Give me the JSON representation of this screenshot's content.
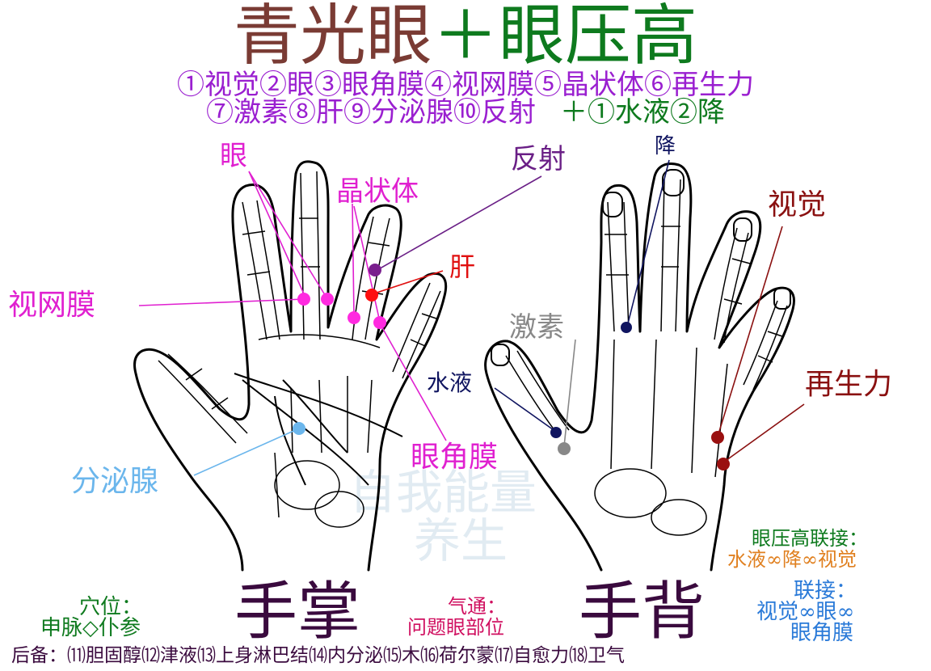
{
  "title": {
    "part1": "青光眼",
    "part2": "＋眼压高"
  },
  "subtitle": {
    "line1": "①视觉②眼③眼角膜④视网膜⑤晶状体⑥再生力",
    "line2a": "⑦激素⑧肝⑨分泌腺⑩反射",
    "line2b": "＋①水液②降"
  },
  "palm_labels": {
    "eye": "眼",
    "lens": "晶状体",
    "reflex": "反射",
    "liver": "肝",
    "retina": "视网膜",
    "cornea": "眼角膜",
    "gland": "分泌腺"
  },
  "back_labels": {
    "descend": "降",
    "vision": "视觉",
    "hormone": "激素",
    "fluid": "水液",
    "regen": "再生力"
  },
  "watermark": {
    "line1": "自我能量",
    "line2": "养生"
  },
  "captions": {
    "palm": "手掌",
    "back": "手背"
  },
  "pressure_link": {
    "title": "眼压高联接：",
    "body": "水液∞降∞视觉"
  },
  "link": {
    "title": "联接：",
    "line1": "视觉∞眼∞",
    "line2": "眼角膜"
  },
  "acupoint": {
    "title": "穴位：",
    "body": "申脉◇仆参"
  },
  "qi": {
    "title": "气通：",
    "body": "问题眼部位"
  },
  "backup": "后备：⑾胆固醇⑿津液⒀上身淋巴结⒁内分泌⒂木⒃荷尔蒙⒄自愈力⒅卫气",
  "colors": {
    "title_brown": "#7a3b34",
    "title_green": "#0e7a1e",
    "purple": "#9a1fd0",
    "magenta": "#e020d0",
    "dark_purple": "#6a1f86",
    "red": "#e01010",
    "navy": "#101560",
    "grey": "#888888",
    "light_blue": "#6bb6ec",
    "maroon": "#8a1010",
    "orange": "#e08020",
    "blue": "#2a7ad8"
  }
}
